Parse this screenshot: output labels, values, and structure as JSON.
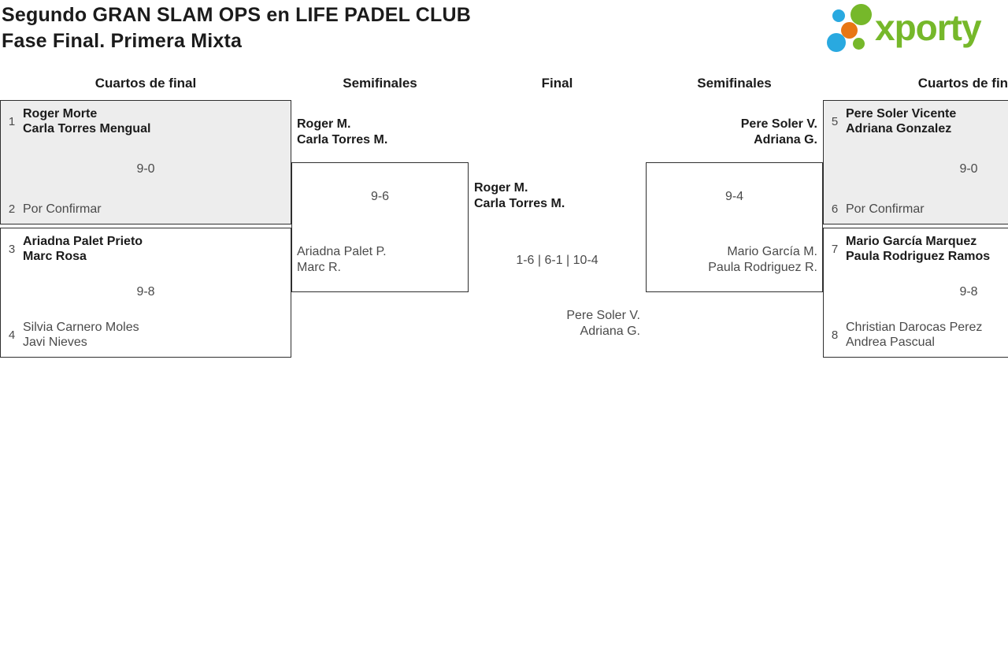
{
  "header": {
    "title_line1": "Segundo GRAN SLAM OPS en LIFE PADEL CLUB",
    "title_line2": "Fase Final. Primera Mixta"
  },
  "logo": {
    "text": "xporty"
  },
  "rounds": [
    "Cuartos de final",
    "Semifinales",
    "Final",
    "Semifinales",
    "Cuartos de final"
  ],
  "colors": {
    "highlight_bg": "#ededed",
    "border": "#2f2f2f",
    "text_primary": "#1b1b1b",
    "text_secondary": "#4a4a4a",
    "logo_green": "#76b82a",
    "logo_blue": "#29a9e0",
    "logo_orange": "#e87613"
  },
  "matches": {
    "qf_left_top": {
      "seed_top": "1",
      "top_name1": "Roger Morte",
      "top_name2": "Carla Torres Mengual",
      "score": "9-0",
      "seed_bottom": "2",
      "bottom_name1": "Por Confirmar"
    },
    "qf_left_bottom": {
      "seed_top": "3",
      "top_name1": "Ariadna Palet Prieto",
      "top_name2": "Marc Rosa",
      "score": "9-8",
      "seed_bottom": "4",
      "bottom_name1": "Silvia Carnero Moles",
      "bottom_name2": "Javi Nieves"
    },
    "sf_left": {
      "winner_name1": "Roger M.",
      "winner_name2": "Carla Torres M.",
      "score": "9-6",
      "loser_name1": "Ariadna Palet P.",
      "loser_name2": "Marc R."
    },
    "final": {
      "winner_name1": "Roger M.",
      "winner_name2": "Carla Torres M.",
      "score": "1-6 | 6-1 | 10-4",
      "loser_name1": "Pere Soler V.",
      "loser_name2": "Adriana G."
    },
    "sf_right": {
      "winner_name1": "Pere Soler V.",
      "winner_name2": "Adriana G.",
      "score": "9-4",
      "loser_name1": "Mario García M.",
      "loser_name2": "Paula Rodriguez R."
    },
    "qf_right_top": {
      "seed_top": "5",
      "top_name1": "Pere Soler Vicente",
      "top_name2": "Adriana Gonzalez",
      "score": "9-0",
      "seed_bottom": "6",
      "bottom_name1": "Por Confirmar"
    },
    "qf_right_bottom": {
      "seed_top": "7",
      "top_name1": "Mario García Marquez",
      "top_name2": "Paula Rodriguez Ramos",
      "score": "9-8",
      "seed_bottom": "8",
      "bottom_name1": "Christian Darocas Perez",
      "bottom_name2": "Andrea Pascual"
    }
  }
}
